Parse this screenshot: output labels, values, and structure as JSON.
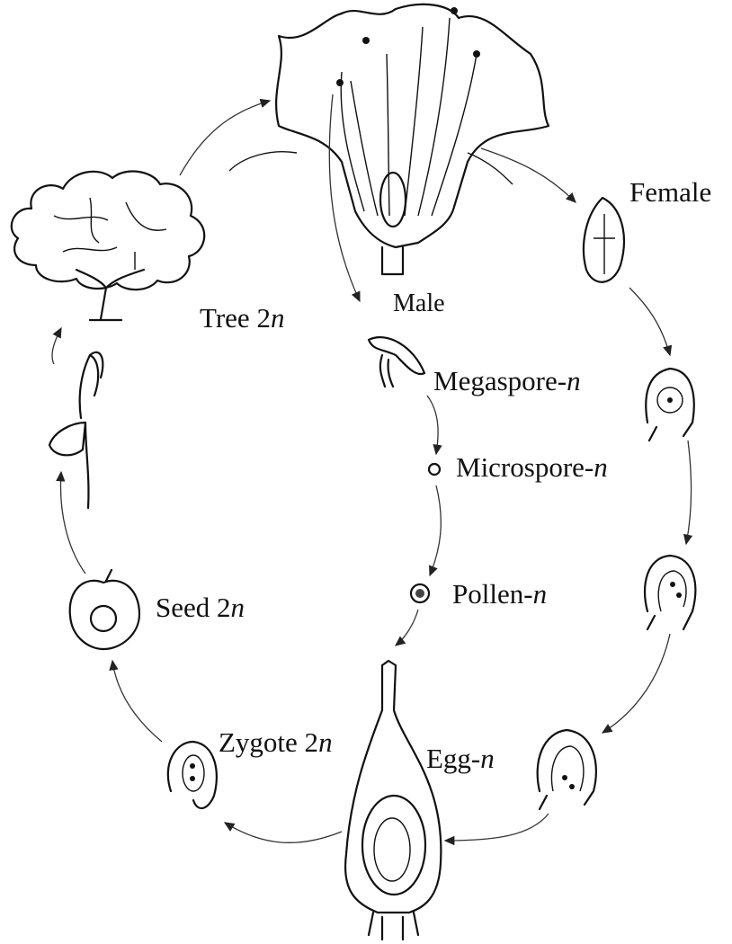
{
  "title": "Plant life cycle",
  "labels": {
    "female": {
      "text": "Female",
      "suffix": ""
    },
    "male": {
      "text": "Male",
      "suffix": ""
    },
    "tree": {
      "text": "Tree 2",
      "suffix": "n"
    },
    "megaspore": {
      "text": "Megaspore-",
      "suffix": "n"
    },
    "microspore": {
      "text": "Microspore-",
      "suffix": "n"
    },
    "pollen": {
      "text": "Pollen-",
      "suffix": "n"
    },
    "seed": {
      "text": "Seed 2",
      "suffix": "n"
    },
    "zygote": {
      "text": "Zygote 2",
      "suffix": "n"
    },
    "egg": {
      "text": "Egg-",
      "suffix": "n"
    }
  }
}
